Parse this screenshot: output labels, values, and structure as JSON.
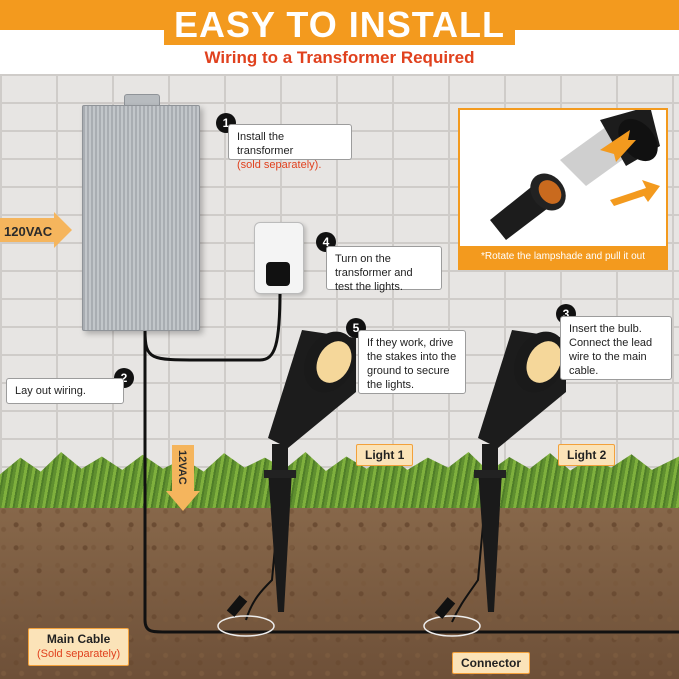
{
  "header": {
    "title": "EASY TO INSTALL",
    "subtitle": "Wiring to a Transformer Required"
  },
  "voltage": {
    "ac": "120VAC",
    "dc": "12VAC"
  },
  "steps": [
    {
      "number": "1",
      "text": "Install the transformer",
      "note": "(sold separately)."
    },
    {
      "number": "2",
      "text": "Lay out wiring."
    },
    {
      "number": "3",
      "text": "Insert the bulb. Connect the lead wire to the main cable."
    },
    {
      "number": "4",
      "text": "Turn on the transformer and test the lights."
    },
    {
      "number": "5",
      "text": "If they work, drive the stakes into the ground to secure the lights."
    }
  ],
  "labels": {
    "light1": "Light 1",
    "light2": "Light 2",
    "main_cable": "Main Cable",
    "main_cable_note": "(Sold separately)",
    "connector": "Connector"
  },
  "inset": {
    "caption": "*Rotate the lampshade and pull it out"
  },
  "colors": {
    "accent": "#f39a1e",
    "headline_red": "#e0411e"
  }
}
